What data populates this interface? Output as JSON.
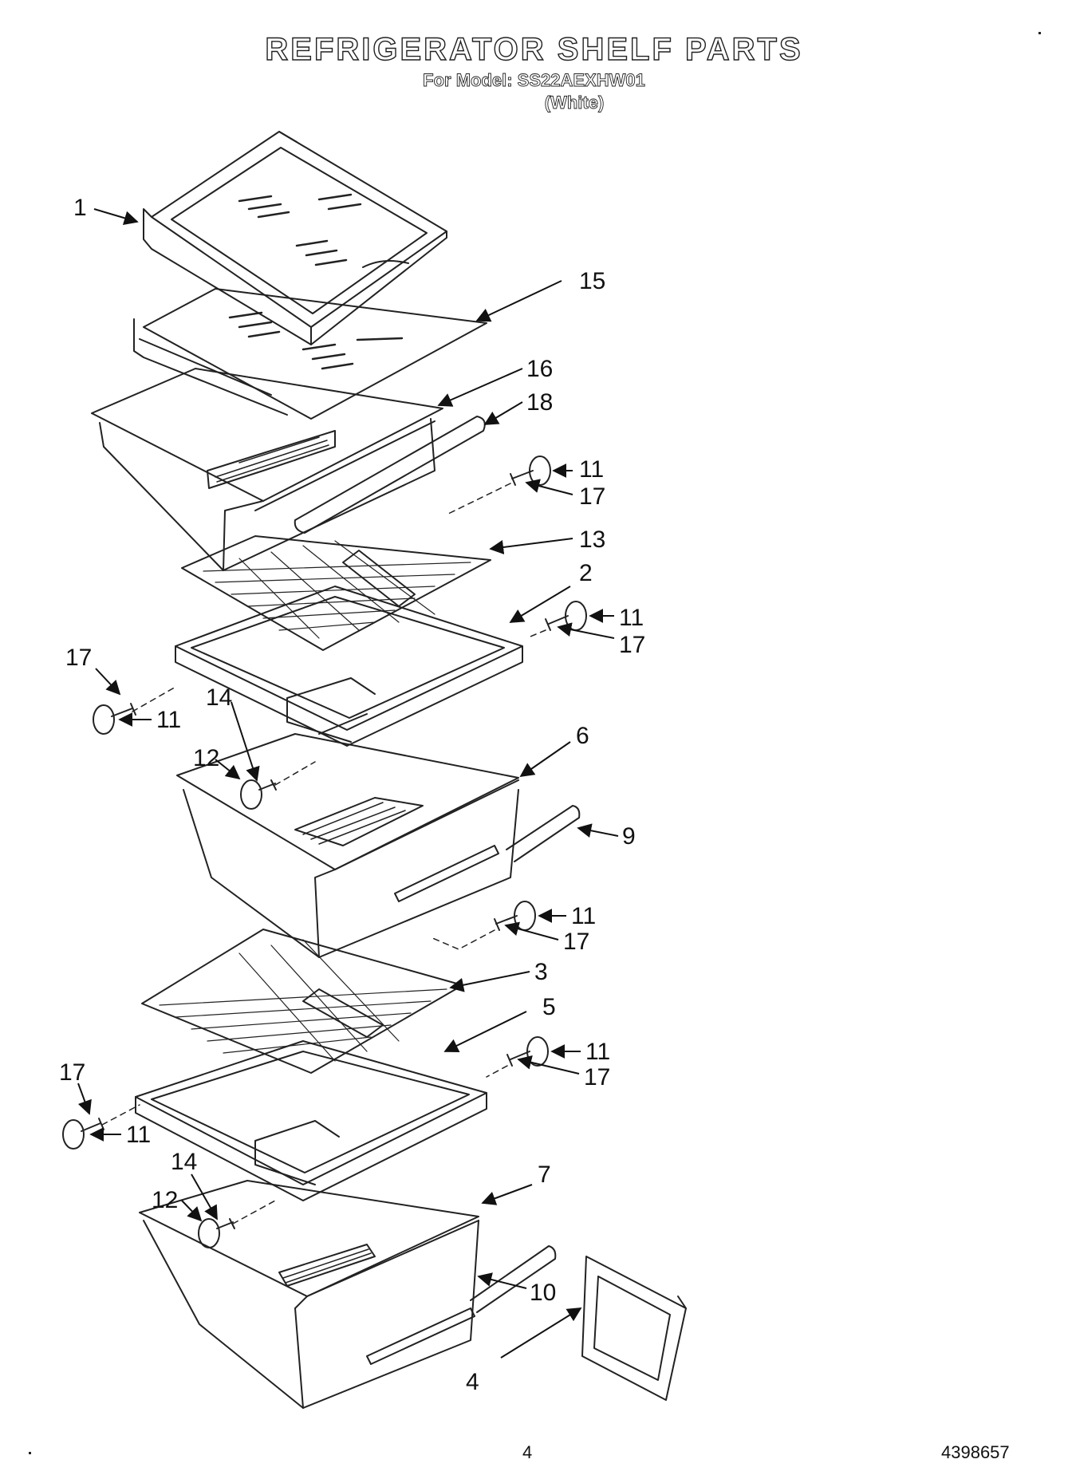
{
  "header": {
    "title": "REFRIGERATOR SHELF PARTS",
    "model_line": "For Model: SS22AEXHW01",
    "color_line": "(White)"
  },
  "callouts": [
    "1",
    "15",
    "16",
    "18",
    "11",
    "17",
    "13",
    "2",
    "11",
    "17",
    "17",
    "11",
    "14",
    "12",
    "6",
    "9",
    "11",
    "17",
    "3",
    "5",
    "11",
    "17",
    "17",
    "11",
    "14",
    "12",
    "7",
    "10",
    "4"
  ],
  "footer": {
    "page_number": "4",
    "doc_number": "4398657"
  }
}
